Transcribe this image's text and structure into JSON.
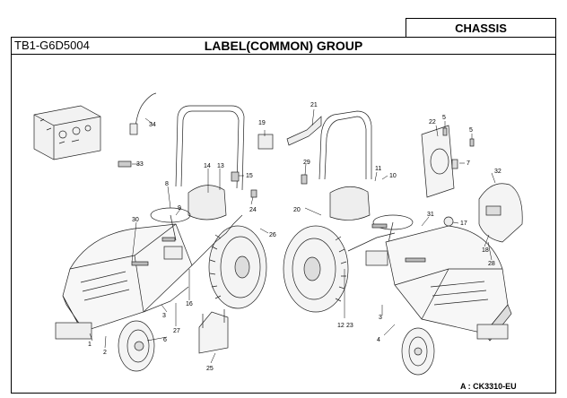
{
  "header": {
    "section": "CHASSIS",
    "part_code": "TB1-G6D5004",
    "title": "LABEL(COMMON) GROUP"
  },
  "diagram": {
    "callouts": [
      "1",
      "2",
      "3",
      "4",
      "5",
      "5",
      "6",
      "7",
      "8",
      "9",
      "10",
      "11",
      "12",
      "13",
      "14",
      "15",
      "16",
      "17",
      "18",
      "19",
      "20",
      "21",
      "22",
      "23",
      "24",
      "25",
      "26",
      "27",
      "28",
      "29",
      "30",
      "31",
      "32",
      "33",
      "34",
      "3"
    ]
  },
  "footnote": "A : CK3310-EU"
}
